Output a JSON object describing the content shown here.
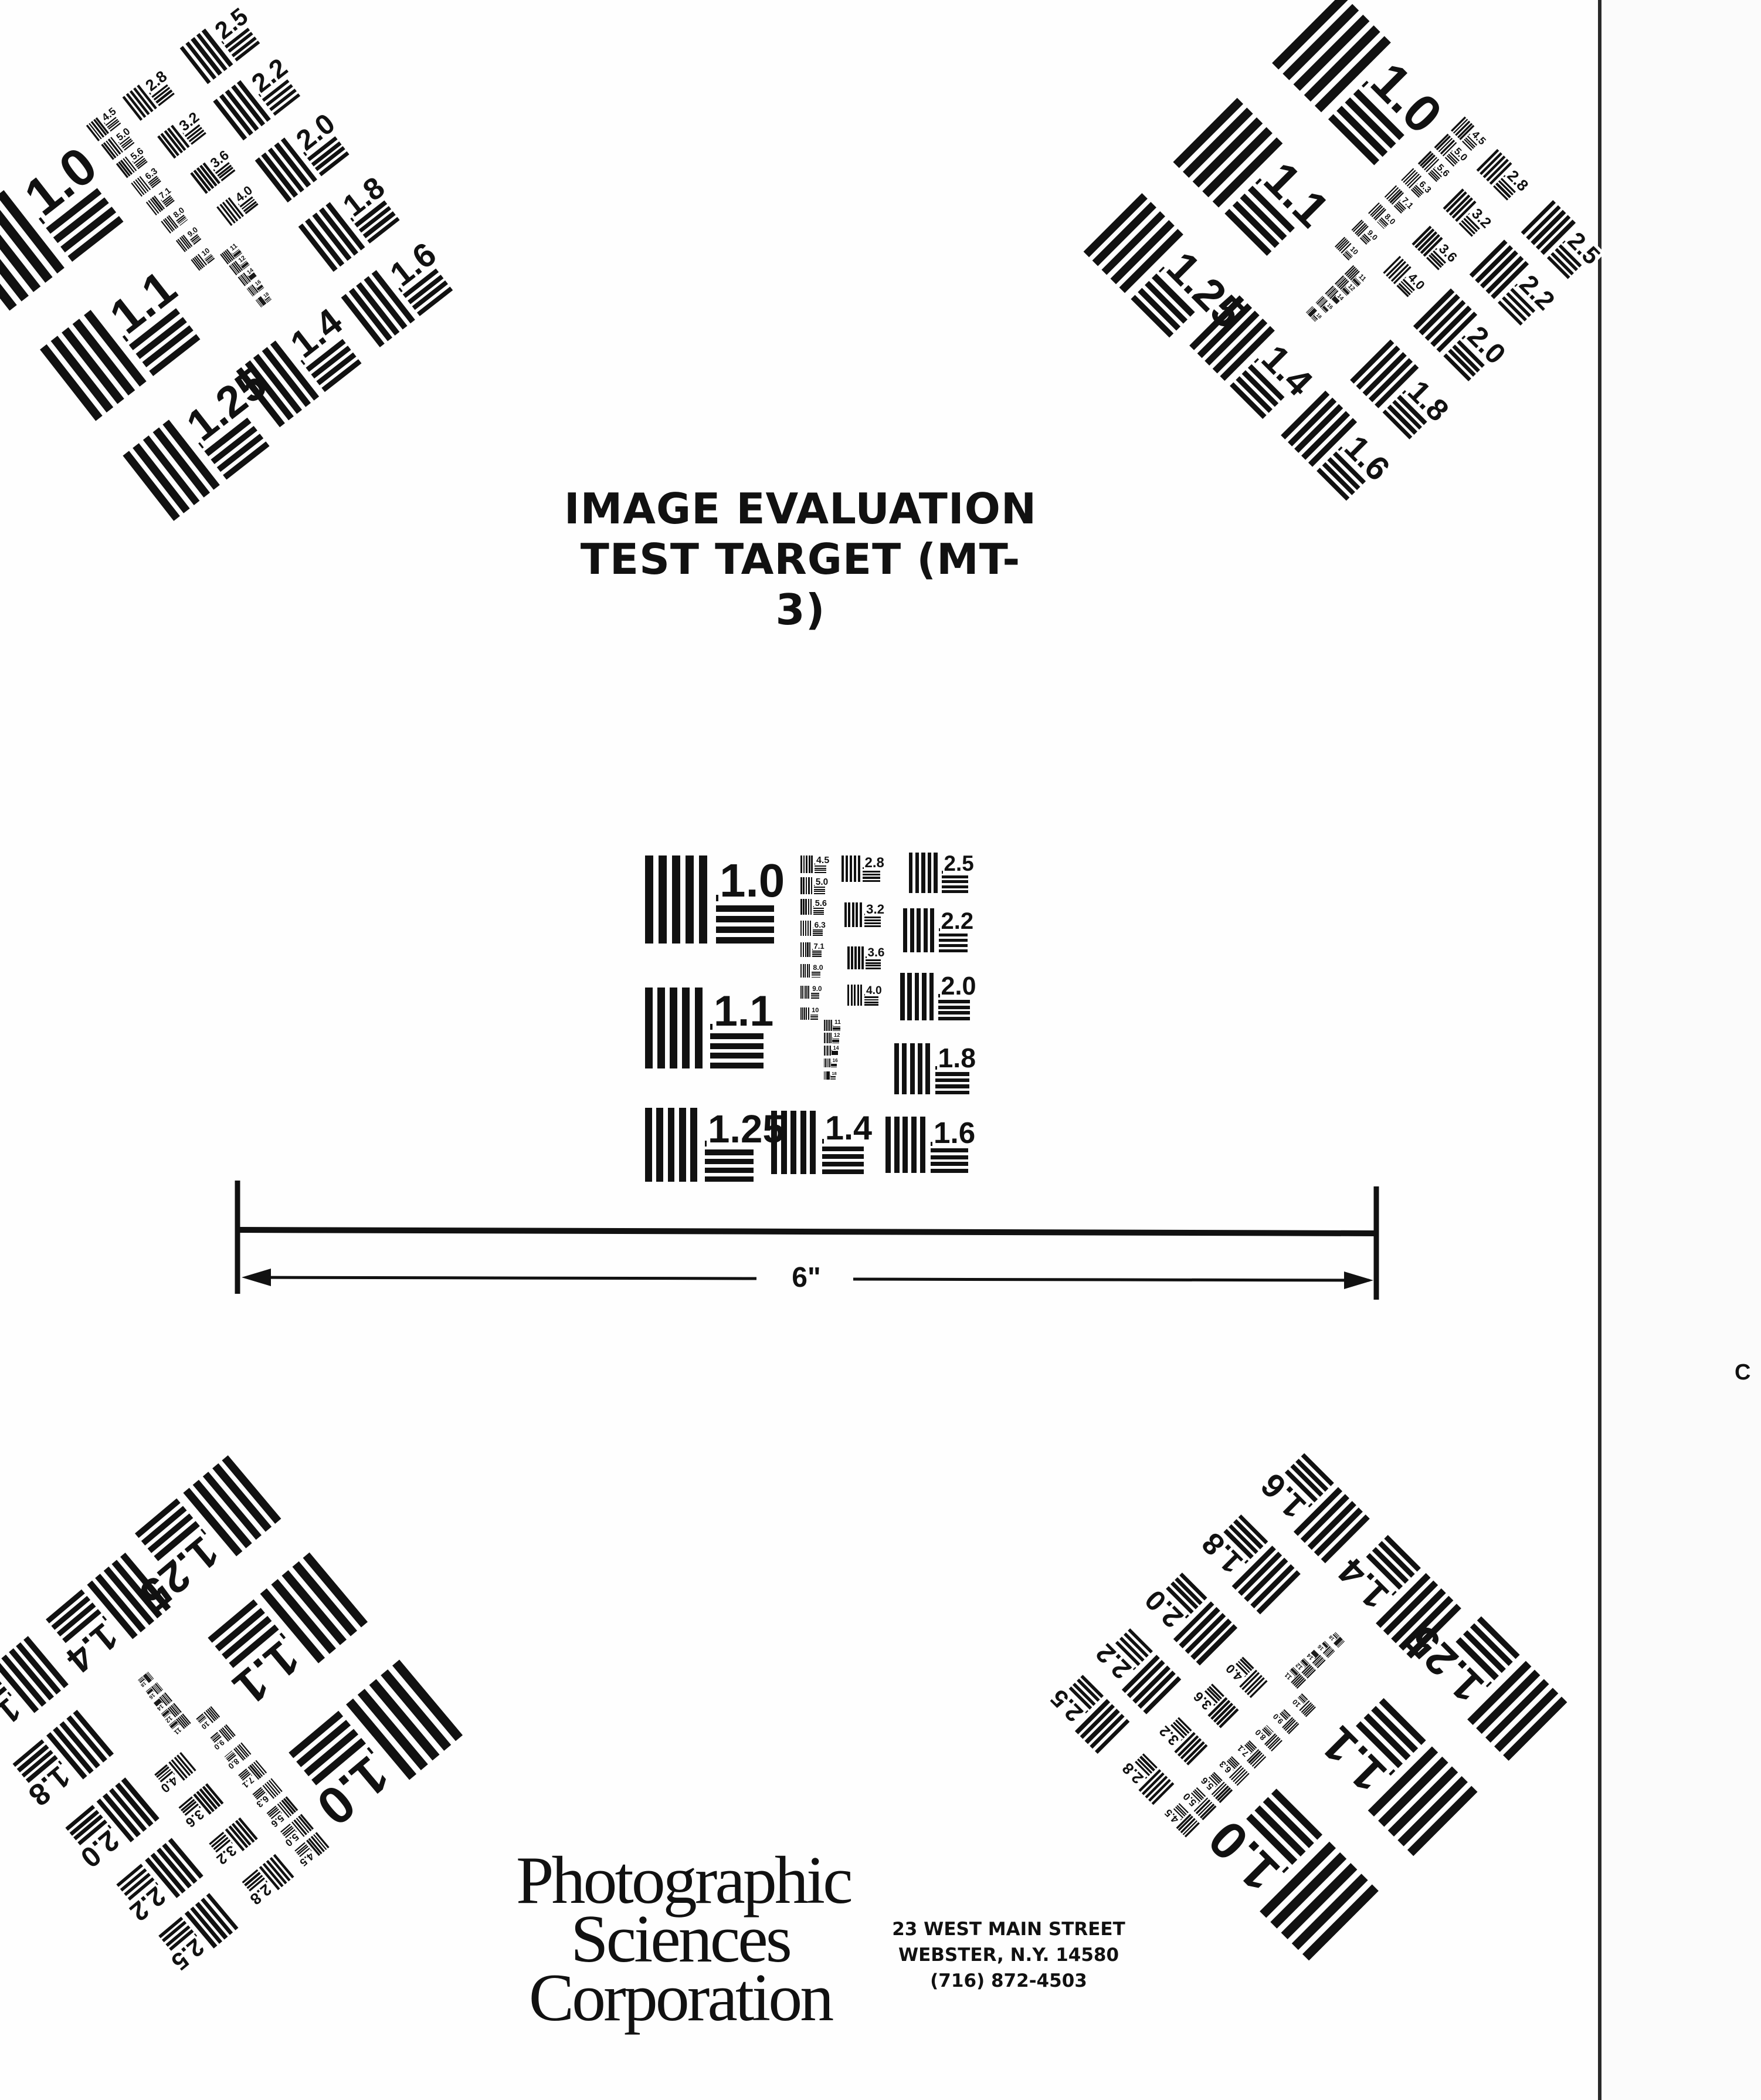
{
  "title": {
    "line1": "IMAGE EVALUATION",
    "line2": "TEST TARGET (MT-3)"
  },
  "scale": {
    "label": "6\""
  },
  "company": {
    "name_line1": "Photographic",
    "name_line2": "Sciences",
    "name_line3": "Corporation",
    "address_line1": "23 WEST MAIN STREET",
    "address_line2": "WEBSTER, N.Y. 14580",
    "address_line3": "(716) 872-4503"
  },
  "side_strip": {
    "partial_text": "C"
  },
  "resolution_groups": {
    "large": [
      "1.0",
      "1.1",
      "1.25",
      "1.4",
      "1.6",
      "1.8",
      "2.0",
      "2.2",
      "2.5"
    ],
    "medium": [
      "2.8",
      "3.2",
      "3.6",
      "4.0"
    ],
    "small": [
      "4.5",
      "5.0",
      "5.6",
      "6.3",
      "7.1",
      "8.0",
      "9.0",
      "10",
      "11",
      "12",
      "14",
      "16",
      "18"
    ]
  },
  "colors": {
    "ink": "#111111",
    "paper": "#fefefe"
  }
}
